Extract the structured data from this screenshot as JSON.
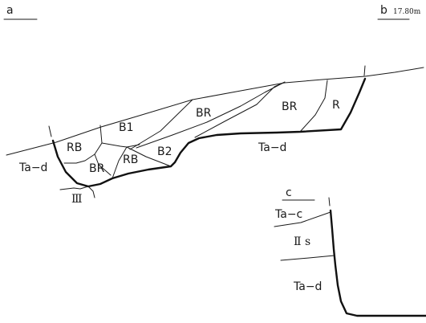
{
  "panel_a": {
    "label": "a"
  },
  "panel_b": {
    "label": "b",
    "elevation": "17.80m",
    "layers": {
      "ta_d": "Ta−d",
      "rb_left": "RB",
      "br_lower": "BR",
      "b1": "B1",
      "br_mid": "BR",
      "rb_lower": "RB",
      "b2": "B2",
      "br_right": "BR",
      "r": "R",
      "ta_d_base": "Ta−d",
      "iii": "Ⅲ"
    }
  },
  "panel_c": {
    "label": "c",
    "layers": {
      "ta_c": "Ta−c",
      "ii_s": "Ⅱ s",
      "ta_d": "Ta−d"
    }
  }
}
